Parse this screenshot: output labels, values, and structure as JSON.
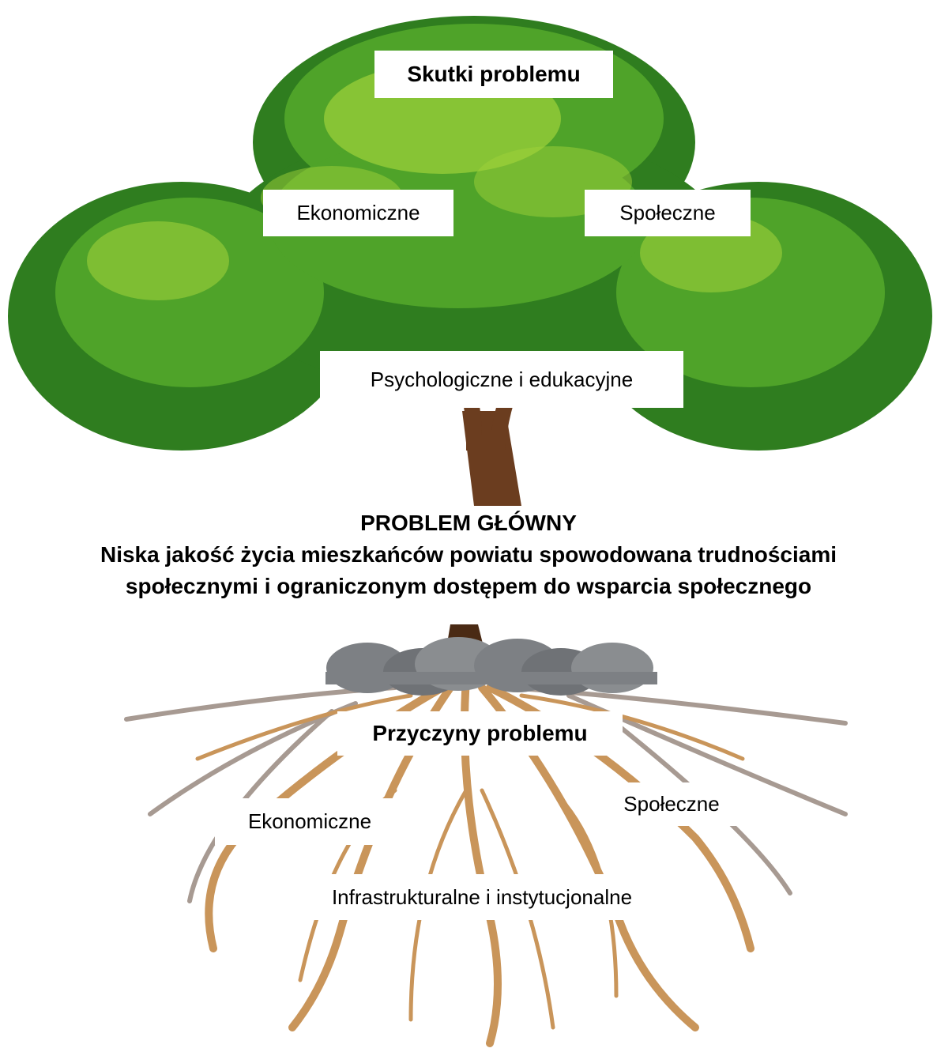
{
  "effects": {
    "heading": "Skutki problemu",
    "items": [
      "Ekonomiczne",
      "Społeczne",
      "Psychologiczne i edukacyjne"
    ]
  },
  "main_problem": {
    "title": "PROBLEM GŁÓWNY",
    "line1": "Niska jakość życia mieszkańców powiatu spowodowana trudnościami",
    "line2": "społecznymi i ograniczonym dostępem do wsparcia społecznego"
  },
  "causes": {
    "heading": "Przyczyny problemu",
    "items": [
      "Ekonomiczne",
      "Społeczne",
      "Infrastrukturalne i instytucjonalne"
    ]
  },
  "colors": {
    "foliage_dark": "#2f7d1f",
    "foliage_mid": "#4fa329",
    "foliage_light": "#9fd13a",
    "trunk": "#6b3d1f",
    "root": "#c9955a",
    "root_gray": "#a79a92",
    "rock": "#7d8084"
  }
}
